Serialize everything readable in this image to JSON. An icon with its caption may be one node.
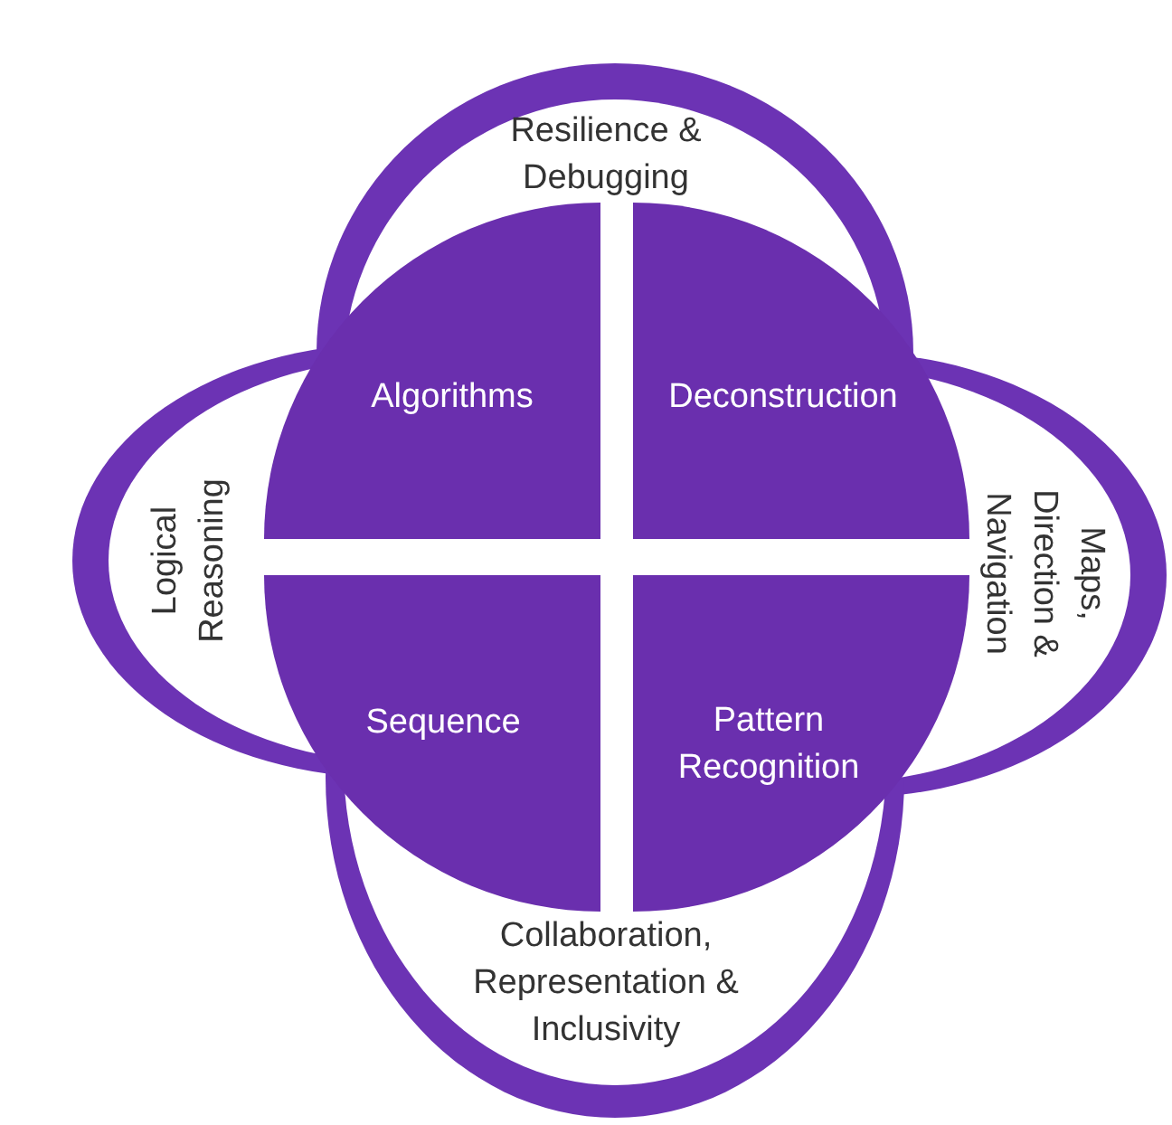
{
  "diagram": {
    "nodes": [
      {
        "text": [
          "Resilience & Debugging"
        ]
      },
      {
        "text": [
          "Algorithms"
        ]
      },
      {
        "text": [
          "Deconstruction"
        ]
      },
      {
        "text": [
          "Logical Reasoning"
        ]
      },
      {
        "text": [
          "Maps, Direction & Navigation"
        ]
      },
      {
        "text": [
          "Sequence"
        ]
      },
      {
        "text": [
          "Pattern Recognition"
        ]
      },
      {
        "text": [
          "Collaboration, Representation & Inclusivity"
        ]
      }
    ]
  }
}
